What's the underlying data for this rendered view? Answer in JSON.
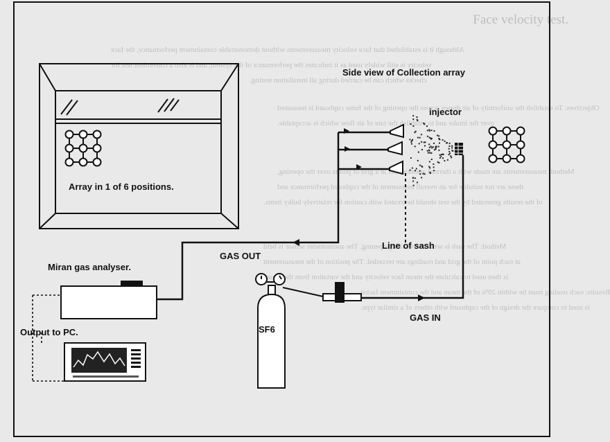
{
  "labels": {
    "side_view": "Side view of Collection array",
    "injector": "injector",
    "array_position": "Array in 1 of 6 positions.",
    "line_of_sash": "Line of sash",
    "gas_out": "GAS OUT",
    "gas_in": "GAS IN",
    "miran": "Miran gas analyser.",
    "output_pc": "Output to PC.",
    "sf6": "SF6"
  },
  "bleed_through": {
    "title": "Face velocity test.",
    "lines": [
      "Although it is established that face velocity measurements without demonstrable containment performance, the face",
      "velocity is still widely used as it indicates the performance of the system, and is also a convenient test for",
      "checks which can be carried during all installation testing.",
      "Objectives: To establish the uniformity of air drawn across the opening of the fume cupboard is measured",
      "over the intake and to establish the rate of air flow which is acceptable.",
      "Method: measurements are made with a thermal anemometer at a grid of points over the opening,",
      "these are not suitable for an overall assessment of the cupboard performance and",
      "of the results generated by the test should be treated with caution for relatively bulky items.",
      "Method: The sash is set at the working opening. The anemometer sensor is held",
      "at each point of the grid and readings are recorded. The position of the measurement",
      "is then used to calculate the mean face velocity and the variation from the mean.",
      "Results: each reading must be within 20% of the mean and the containment factor",
      "is used to compare the design of the cupboard with others of a similar type."
    ]
  },
  "colors": {
    "ink": "#111111",
    "page": "#e9e9e9",
    "bleed": "#b9b9b9"
  },
  "icons": {
    "fume_cupboard": "fume-cupboard-icon",
    "gas_cylinder": "gas-cylinder-icon",
    "pc_monitor": "monitor-icon",
    "analyser": "analyser-box-icon"
  }
}
